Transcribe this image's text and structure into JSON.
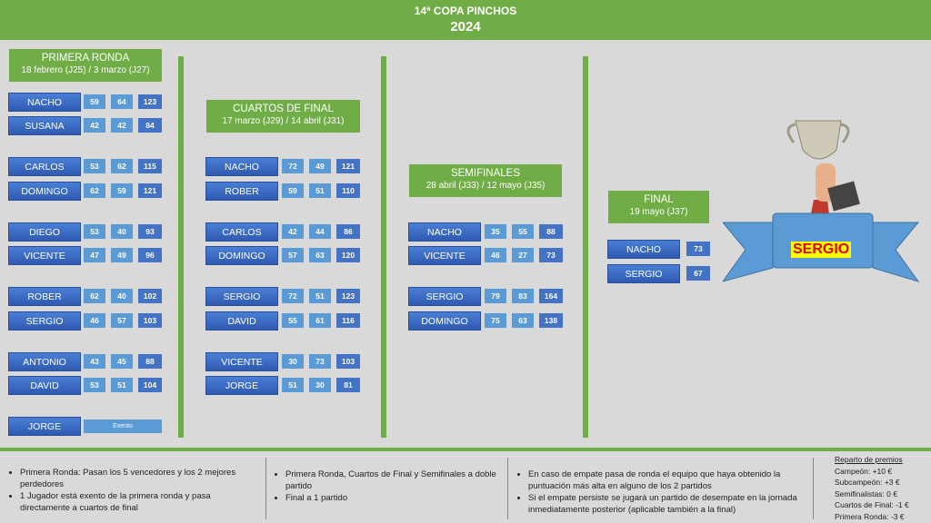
{
  "header": {
    "title": "14ª COPA PINCHOS",
    "year": "2024"
  },
  "rounds": [
    {
      "title": "PRIMERA RONDA",
      "dates": "18 febrero (J25) / 3 marzo (J27)",
      "matches": [
        [
          [
            "NACHO",
            "59",
            "64",
            "123"
          ],
          [
            "SUSANA",
            "42",
            "42",
            "84"
          ]
        ],
        [
          [
            "CARLOS",
            "53",
            "62",
            "115"
          ],
          [
            "DOMINGO",
            "62",
            "59",
            "121"
          ]
        ],
        [
          [
            "DIEGO",
            "53",
            "40",
            "93"
          ],
          [
            "VICENTE",
            "47",
            "49",
            "96"
          ]
        ],
        [
          [
            "ROBER",
            "62",
            "40",
            "102"
          ],
          [
            "SERGIO",
            "46",
            "57",
            "103"
          ]
        ],
        [
          [
            "ANTONIO",
            "43",
            "45",
            "88"
          ],
          [
            "DAVID",
            "53",
            "51",
            "104"
          ]
        ]
      ],
      "bye": {
        "name": "JORGE",
        "label": "Exento"
      }
    },
    {
      "title": "CUARTOS DE FINAL",
      "dates": "17 marzo (J29) / 14 abril (J31)",
      "matches": [
        [
          [
            "NACHO",
            "72",
            "49",
            "121"
          ],
          [
            "ROBER",
            "59",
            "51",
            "110"
          ]
        ],
        [
          [
            "CARLOS",
            "42",
            "44",
            "86"
          ],
          [
            "DOMINGO",
            "57",
            "63",
            "120"
          ]
        ],
        [
          [
            "SERGIO",
            "72",
            "51",
            "123"
          ],
          [
            "DAVID",
            "55",
            "61",
            "116"
          ]
        ],
        [
          [
            "VICENTE",
            "30",
            "73",
            "103"
          ],
          [
            "JORGE",
            "51",
            "30",
            "81"
          ]
        ]
      ]
    },
    {
      "title": "SEMIFINALES",
      "dates": "28 abril (J33) / 12 mayo (J35)",
      "matches": [
        [
          [
            "NACHO",
            "35",
            "55",
            "88"
          ],
          [
            "VICENTE",
            "46",
            "27",
            "73"
          ]
        ],
        [
          [
            "SERGIO",
            "79",
            "83",
            "164"
          ],
          [
            "DOMINGO",
            "75",
            "63",
            "138"
          ]
        ]
      ]
    },
    {
      "title": "FINAL",
      "dates": "19 mayo (J37)",
      "matches": [
        [
          [
            "NACHO",
            "73"
          ],
          [
            "SERGIO",
            "67"
          ]
        ]
      ]
    }
  ],
  "champion": "SERGIO",
  "notes": {
    "col1": [
      "Primera Ronda: Pasan los 5 vencedores y los 2 mejores perdedores",
      "1 Jugador está exento de la primera ronda y pasa directamente a cuartos de final"
    ],
    "col2": [
      "Primera Ronda, Cuartos de Final y Semifinales a doble partido",
      "Final a 1 partido"
    ],
    "col3": [
      "En caso de empate pasa de ronda el equipo que haya obtenido la puntuación más alta en alguno de los 2 partidos",
      "Si el empate persiste se jugará un partido de desempate en la jornada inmediatamente posterior (aplicable también a la final)"
    ]
  },
  "prizes": {
    "title": "Reparto de premios",
    "items": [
      "Campeón: +10 €",
      "Subcampeón: +3 €",
      "Semifinalistas: 0 €",
      "Cuartos de Final: -1 €",
      "Primera Ronda: -3 €"
    ]
  }
}
